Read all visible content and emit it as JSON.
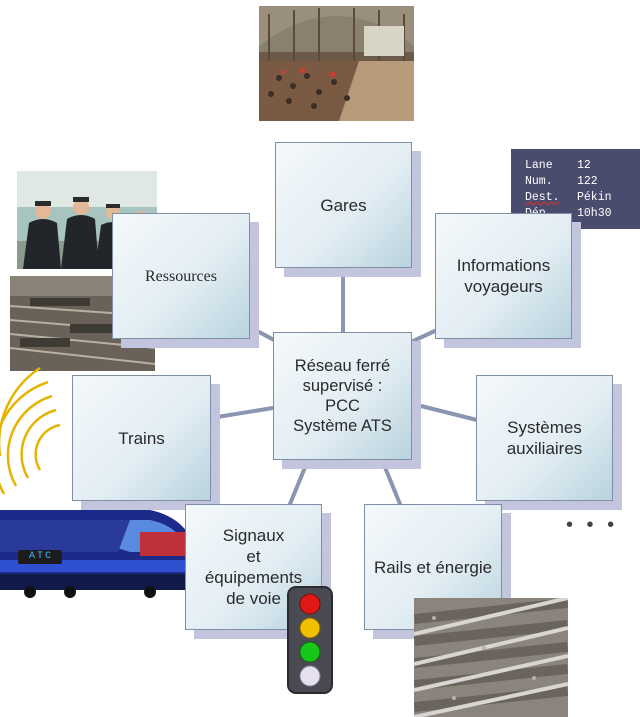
{
  "diagram": {
    "center": "Réseau ferré\nsupervisé :\nPCC\nSystème ATS",
    "nodes": {
      "gares": "Gares",
      "informations": "Informations\nvoyageurs",
      "ressources": "Ressources",
      "trains": "Trains",
      "systemes": "Systèmes\nauxiliaires",
      "signaux": "Signaux\net\néquipements\nde voie",
      "rails": "Rails et énergie"
    },
    "ellipsis": "• • •"
  },
  "departure_board": {
    "rows": [
      {
        "label": "Lane",
        "value": "12"
      },
      {
        "label": "Num.",
        "value": "122"
      },
      {
        "label": "Dest.",
        "value": "Pékin"
      },
      {
        "label": "Dép.",
        "value": "10h30"
      }
    ]
  },
  "train_badge": "ATC",
  "colors": {
    "node_border": "#7f8fa6",
    "node_shadow": "#c3c4dd",
    "connector": "#8a95b0",
    "board_bg": "#4a4c6e",
    "signal_red": "#e01818",
    "signal_yellow": "#f0c000",
    "signal_green": "#18c818"
  },
  "icons": [
    "station-hall-photo",
    "staff-photo",
    "rail-yard-photo",
    "tgv-train-drawing",
    "traffic-light-icon",
    "track-photo"
  ]
}
